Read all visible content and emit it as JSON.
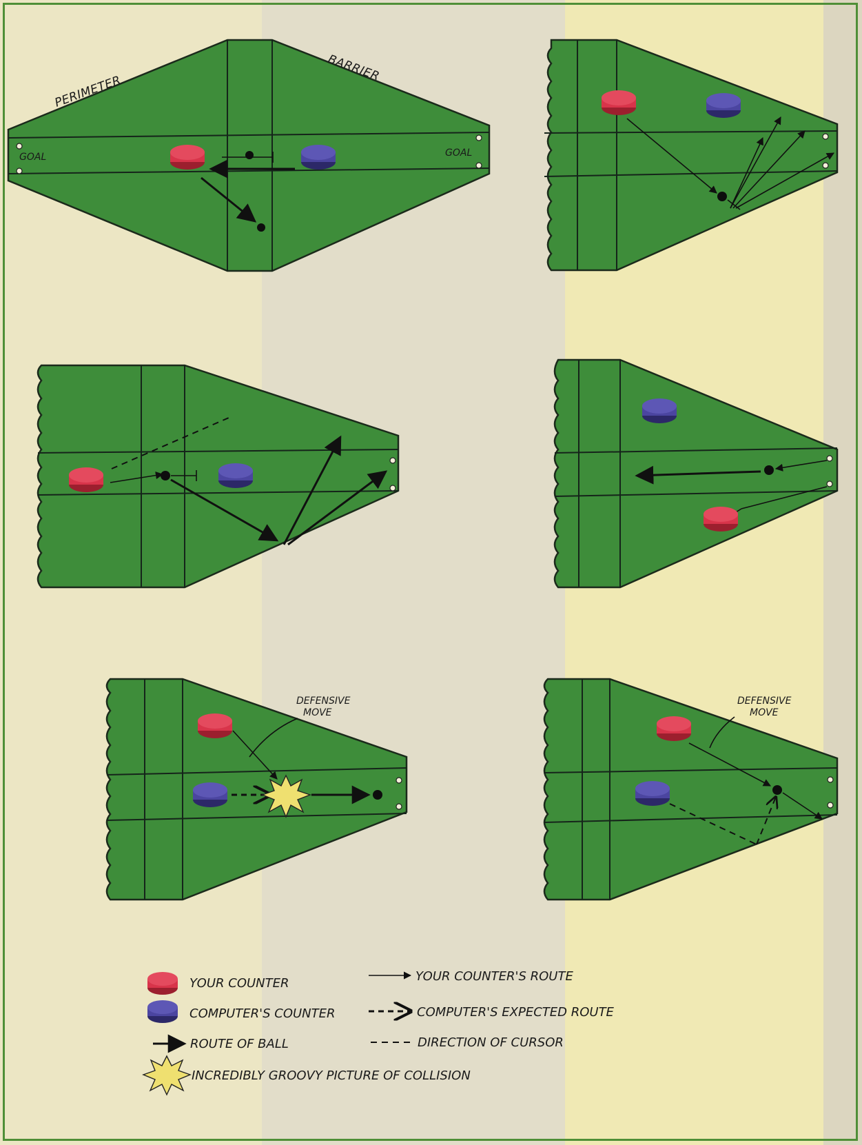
{
  "annotations": {
    "perimeter": "PERIMETER",
    "barrier": "BARRIER",
    "goal_left": "GOAL",
    "goal_right": "GOAL",
    "defensive_move_1": [
      "DEFENSIVE",
      "MOVE"
    ],
    "defensive_move_2": [
      "DEFENSIVE",
      "MOVE"
    ]
  },
  "legend": {
    "your_counter": "YOUR COUNTER",
    "computers_counter": "COMPUTER'S COUNTER",
    "route_of_ball": "ROUTE OF BALL",
    "collision": "INCREDIBLY GROOVY PICTURE OF COLLISION",
    "your_counters_route": "YOUR COUNTER'S ROUTE",
    "computers_expected_route": "COMPUTER'S EXPECTED ROUTE",
    "direction_of_cursor": "DIRECTION OF CURSOR"
  },
  "colors": {
    "field": "#3e8d3a",
    "your_counter": "#d8344a",
    "computer_counter": "#4b45a0",
    "collision": "#efe070",
    "frame": "#4f8f37"
  }
}
